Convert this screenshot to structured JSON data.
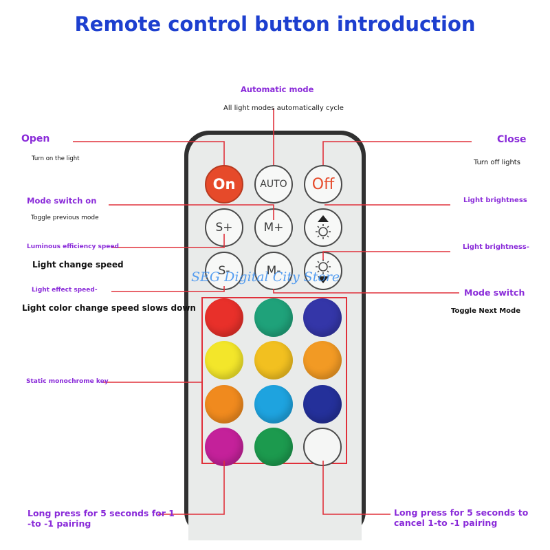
{
  "title": "Remote control button introduction",
  "watermark": "SEG Digital City Store",
  "labels": {
    "automatic_mode": "Automatic mode",
    "automatic_mode_desc": "All light modes automatically cycle",
    "open": "Open",
    "open_desc": "Turn on the light",
    "close": "Close",
    "close_desc": "Turn off lights",
    "mode_switch_on": "Mode switch on",
    "mode_switch_on_desc": "Toggle previous mode",
    "light_brightness_up": "Light brightness",
    "luminous_speed": "Luminous efficiency speed",
    "luminous_speed_desc": "Light change speed",
    "light_brightness_down": "Light brightness-",
    "light_effect_speed_down": "Light effect speed-",
    "light_effect_speed_down_desc": "Light color change speed slows down",
    "mode_switch": "Mode switch",
    "mode_switch_desc": "Toggle Next Mode",
    "static_key": "Static monochrome key",
    "pair_line1": "Long press for 5 seconds for 1",
    "pair_line2": "-to -1 pairing",
    "cancel_line1": "Long press for 5 seconds to",
    "cancel_line2": "cancel 1-to -1 pairing"
  },
  "buttons": {
    "on": "On",
    "auto": "AUTO",
    "off": "Off",
    "s_plus": "S+",
    "m_plus": "M+",
    "s_minus": "S-",
    "m_minus": "M-"
  },
  "color_keys": [
    {
      "name": "red",
      "color": "#e8302a"
    },
    {
      "name": "green",
      "color": "#1fa27a"
    },
    {
      "name": "blue",
      "color": "#3436a8"
    },
    {
      "name": "yellow",
      "color": "#f3e62a"
    },
    {
      "name": "amber",
      "color": "#f2c020"
    },
    {
      "name": "orange",
      "color": "#f29a24"
    },
    {
      "name": "orange-2",
      "color": "#f08a1e"
    },
    {
      "name": "sky-blue",
      "color": "#1ea3df"
    },
    {
      "name": "navy",
      "color": "#24309a"
    },
    {
      "name": "magenta",
      "color": "#c4219a"
    },
    {
      "name": "green-2",
      "color": "#1c9a4e"
    },
    {
      "name": "white",
      "color": "#f5f6f5"
    }
  ],
  "colors": {
    "title": "#1d3fcf",
    "label": "#8a2bd9",
    "leader_line": "#e0303a"
  }
}
